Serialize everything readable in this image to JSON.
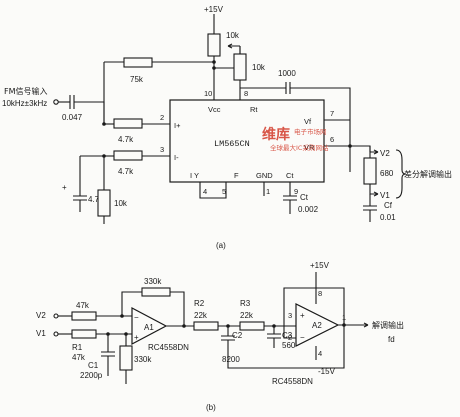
{
  "part_a": {
    "caption": "(a)",
    "vcc": "+15V",
    "pot": "10k",
    "r_rt": "10k",
    "c_top": "1000",
    "r_fb": "75k",
    "input_label": "FM信号输入",
    "input_freq": "10kHz±3kHz",
    "c_in": "0.047",
    "r_in_plus": "4.7k",
    "r_in_minus": "4.7k",
    "c_bias": "4.7μ",
    "r_bias": "10k",
    "chip": "LM565CN",
    "pin_vcc": "Vcc",
    "pin_rt": "Rt",
    "pin_vf": "Vf",
    "pin_vr": "VR",
    "pin_iplus": "I+",
    "pin_iminus": "I-",
    "pin_iy": "I Y",
    "pin_f": "F",
    "pin_gnd": "GND",
    "pin_ct": "Ct",
    "pins": [
      "10",
      "8",
      "7",
      "6",
      "2",
      "3",
      "4",
      "5",
      "1",
      "9"
    ],
    "r_out": "680",
    "ct_label": "Ct",
    "ct_value": "0.002",
    "cf_label": "Cf",
    "cf_value": "0.01",
    "v2": "V2",
    "v1": "V1",
    "diff_out": "差分解调输出"
  },
  "part_b": {
    "caption": "(b)",
    "vcc": "+15V",
    "vee": "-15V",
    "v2": "V2",
    "v1": "V1",
    "r_47k_top": "47k",
    "r1_label": "R1",
    "r1_value": "47k",
    "c1_label": "C1",
    "c1_value": "2200p",
    "r_330k_fb": "330k",
    "r_330k_gnd": "330k",
    "a1": "A1",
    "a1_chip": "RC4558DN",
    "r2_label": "R2",
    "r2_value": "22k",
    "r3_label": "R3",
    "r3_value": "22k",
    "c2_label": "C2",
    "c2_value": "8200",
    "c3_label": "C3",
    "c3_value": "560",
    "a2": "A2",
    "a2_chip": "RC4558DN",
    "pins_a2": [
      "8",
      "4",
      "3",
      "2",
      "1"
    ],
    "output_label": "解调输出",
    "output_sym": "fd"
  },
  "watermark": {
    "logo": "维库",
    "sub1": "电子市场网",
    "sub2": "全球最大IC采购网站"
  }
}
